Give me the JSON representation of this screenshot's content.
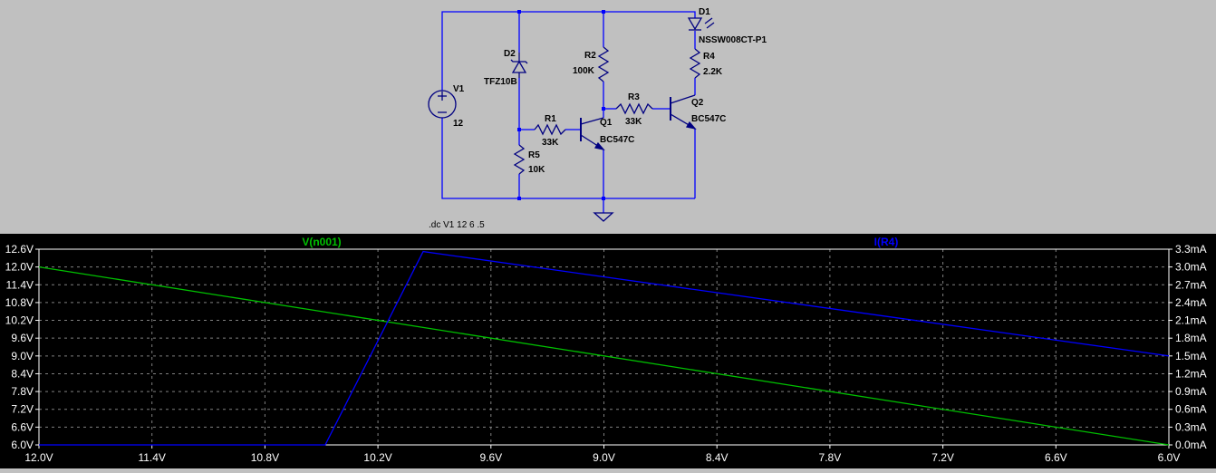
{
  "colors": {
    "schematic_bg": "#c0c0c0",
    "wire": "#0000ff",
    "component": "#000080",
    "plot_bg": "#000000",
    "voltage_trace": "#00c000",
    "current_trace": "#0000ff",
    "grid": "#808080",
    "axis_text": "#ffffff"
  },
  "schematic": {
    "components": {
      "v1": {
        "name": "V1",
        "value": "12"
      },
      "d2": {
        "name": "D2",
        "value": "TFZ10B"
      },
      "r2": {
        "name": "R2",
        "value": "100K"
      },
      "d1": {
        "name": "D1",
        "value": "NSSW008CT-P1"
      },
      "r4": {
        "name": "R4",
        "value": "2.2K"
      },
      "r1": {
        "name": "R1",
        "value": "33K"
      },
      "q1": {
        "name": "Q1",
        "value": "BC547C"
      },
      "r3": {
        "name": "R3",
        "value": "33K"
      },
      "q2": {
        "name": "Q2",
        "value": "BC547C"
      },
      "r5": {
        "name": "R5",
        "value": "10K"
      }
    },
    "directive": ".dc V1 12 6 .5"
  },
  "chart_data": {
    "type": "line",
    "x_axis": {
      "label": "",
      "range": [
        12.0,
        6.0
      ],
      "reversed": true,
      "ticks": [
        "12.0V",
        "11.4V",
        "10.8V",
        "10.2V",
        "9.6V",
        "9.0V",
        "8.4V",
        "7.8V",
        "7.2V",
        "6.6V",
        "6.0V"
      ]
    },
    "y_axis_left": {
      "label": "",
      "range": [
        6.0,
        12.6
      ],
      "ticks": [
        "12.6V",
        "12.0V",
        "11.4V",
        "10.8V",
        "10.2V",
        "9.6V",
        "9.0V",
        "8.4V",
        "7.8V",
        "7.2V",
        "6.6V",
        "6.0V"
      ]
    },
    "y_axis_right": {
      "label": "",
      "range": [
        0.0,
        3.3
      ],
      "ticks": [
        "3.3mA",
        "3.0mA",
        "2.7mA",
        "2.4mA",
        "2.1mA",
        "1.8mA",
        "1.5mA",
        "1.2mA",
        "0.9mA",
        "0.6mA",
        "0.3mA",
        "0.0mA"
      ]
    },
    "grid": true,
    "series": [
      {
        "name": "V(n001)",
        "axis": "left",
        "color": "#00c000",
        "x": [
          12.0,
          6.0
        ],
        "y": [
          12.0,
          6.0
        ]
      },
      {
        "name": "I(R4)",
        "axis": "right",
        "color": "#0000ff",
        "x": [
          12.0,
          10.48,
          9.96,
          6.0
        ],
        "y": [
          0.0,
          0.0,
          3.26,
          1.5
        ]
      }
    ]
  }
}
